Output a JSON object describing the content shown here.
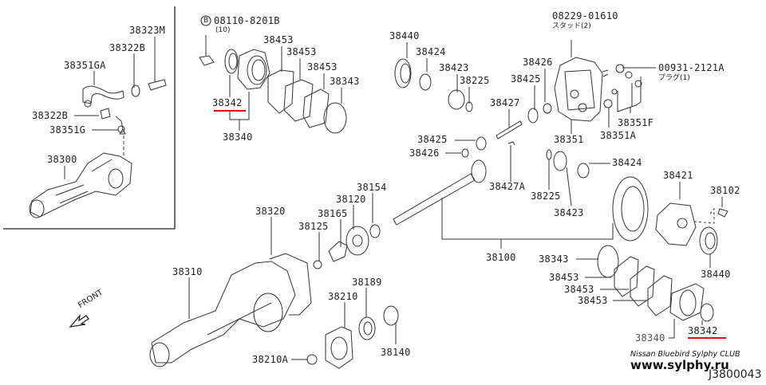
{
  "diagram": {
    "title_code": "J3800043",
    "watermark_club": "Nissan Bluebird Sylphy CLUB",
    "watermark_site": "www.sylphy.ru",
    "direction_label": "FRONT",
    "highlight_color": "#dd1111",
    "inset": {
      "labels": [
        "38323M",
        "38322B",
        "38351GA",
        "38322B",
        "38351G",
        "38300"
      ]
    },
    "bolt": {
      "marker": "B",
      "part": "08110-8201B",
      "qty": "(10)"
    },
    "stud": {
      "part": "08229-01610",
      "note": "スタッド(2)"
    },
    "plug": {
      "part": "00931-2121A",
      "note": "プラグ(1)"
    },
    "labels": {
      "seal_left": "38342",
      "retainer_left": "38340",
      "shim_l1": "38453",
      "shim_l2": "38453",
      "shim_l3": "38453",
      "oring_left": "38343",
      "bearing_top": "38440",
      "washer_top": "38424",
      "side_gear_top": "38423",
      "snap_top": "38225",
      "washer_pin": "38426",
      "pinion_gear_top": "38425",
      "pin": "38427",
      "cover": "38351",
      "cover_bolt": "38351A",
      "cover_plugs": "38351F",
      "pinion_gear_mid": "38425",
      "washer_mid": "38426",
      "lock_pin": "38427A",
      "snap_mid": "38225",
      "side_gear_mid": "38423",
      "washer_right": "38424",
      "final_gear_set": "38100",
      "diff_case": "38421",
      "case_bolt": "38102",
      "bearing_right": "38440",
      "oring_right": "38343",
      "shim_r1": "38453",
      "shim_r2": "38453",
      "shim_r3": "38453",
      "seal_right": "38342",
      "retainer_right": "38340",
      "carrier_cover": "38320",
      "spacer_washer": "38154",
      "spacer": "38120",
      "collapsible": "38165",
      "pinion_washer": "38125",
      "housing": "38310",
      "companion": "38210",
      "companion_nut": "38210A",
      "seal_front": "38189",
      "bearing_front": "38140"
    }
  }
}
